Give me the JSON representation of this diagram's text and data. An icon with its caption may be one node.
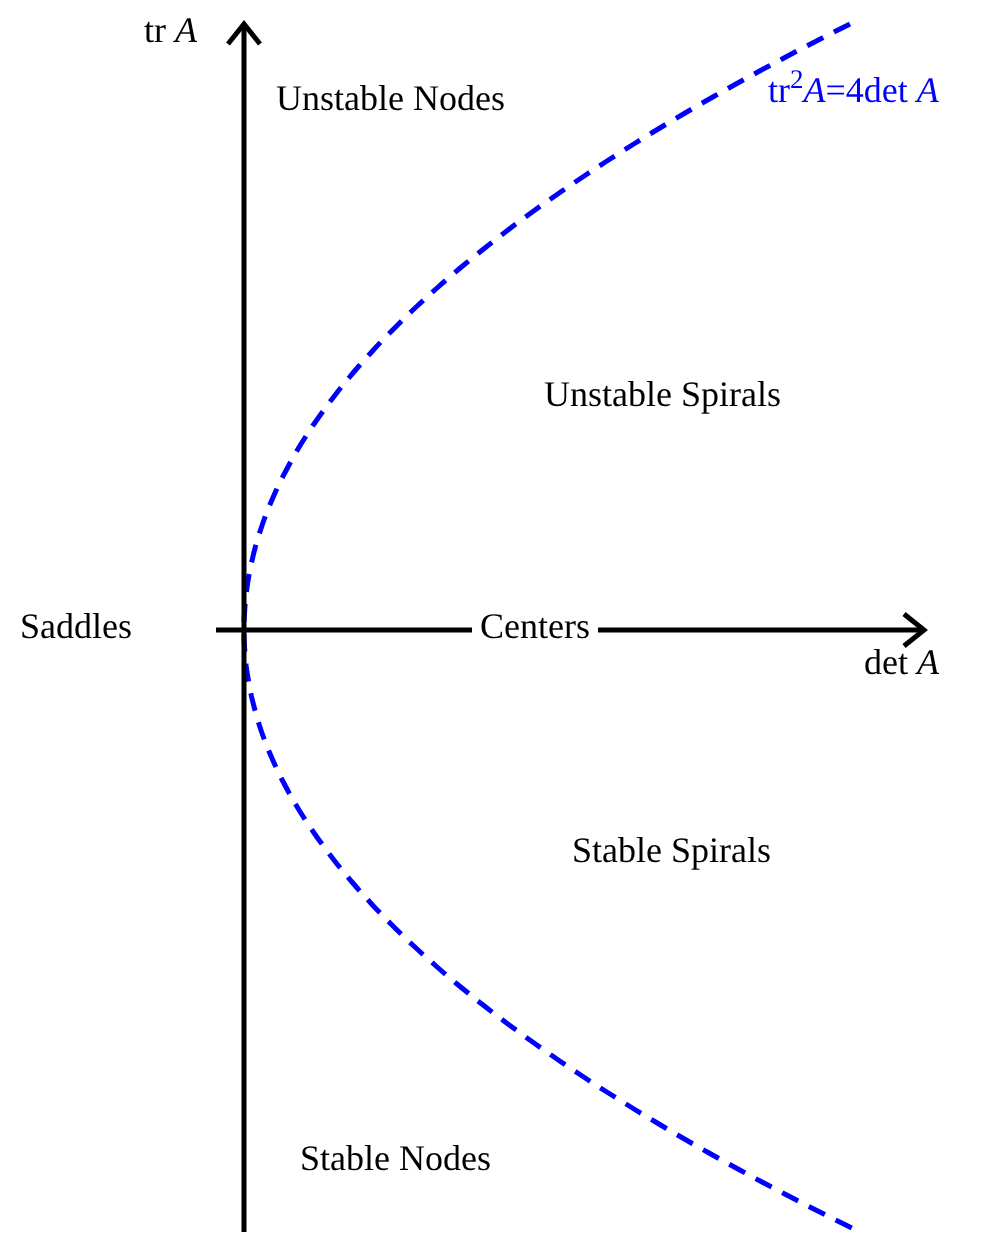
{
  "diagram": {
    "labels": [
      "tr *A*",
      "Unstable Nodes",
      "tr$^{2}$*A*=4det *A*",
      "Unstable Spirals",
      "Saddles",
      "Centers",
      "det *A*",
      "Stable Spirals",
      "Stable Nodes"
    ]
  }
}
